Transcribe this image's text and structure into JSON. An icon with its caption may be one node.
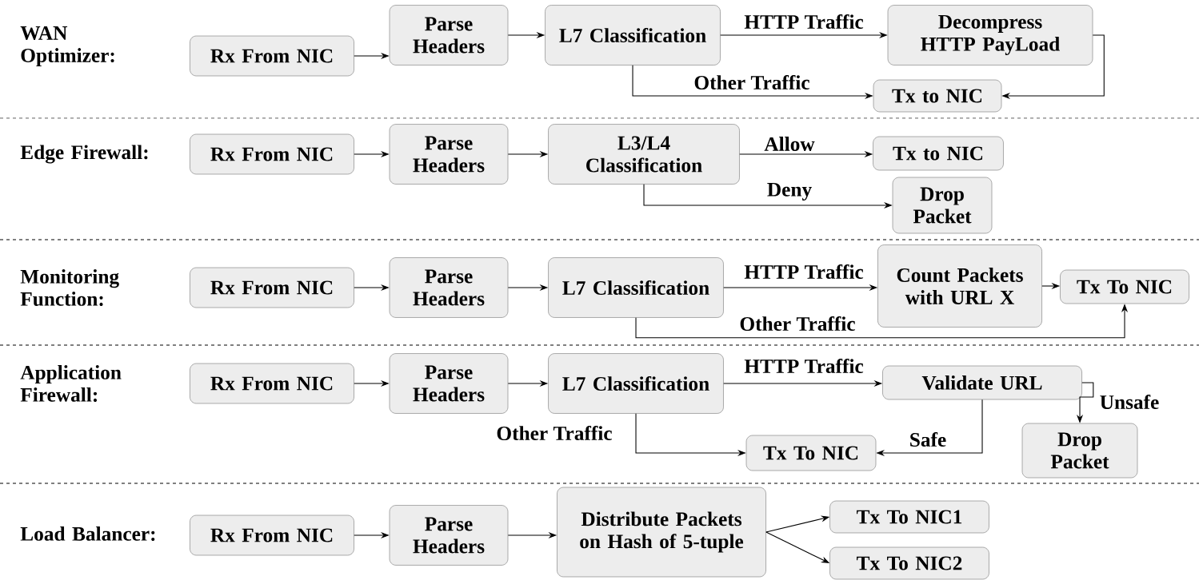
{
  "diagram": {
    "nodes": [
      {
        "text": [
          "Rx From NIC"
        ]
      },
      {
        "text": [
          "Parse Headers"
        ]
      },
      {
        "text": [
          "L7 Classification"
        ]
      },
      {
        "text": [
          "Decompress HTTP PayLoad"
        ]
      },
      {
        "text": [
          "Tx to NIC"
        ]
      },
      {
        "text": [
          "Rx From NIC"
        ]
      },
      {
        "text": [
          "Parse Headers"
        ]
      },
      {
        "text": [
          "L3/L4 Classification"
        ]
      },
      {
        "text": [
          "Tx to NIC"
        ]
      },
      {
        "text": [
          "Drop Packet"
        ]
      },
      {
        "text": [
          "Rx From NIC"
        ]
      },
      {
        "text": [
          "Parse Headers"
        ]
      },
      {
        "text": [
          "L7 Classification"
        ]
      },
      {
        "text": [
          "Count Packets with URL X"
        ]
      },
      {
        "text": [
          "Tx To NIC"
        ]
      },
      {
        "text": [
          "Rx From NIC"
        ]
      },
      {
        "text": [
          "Parse Headers"
        ]
      },
      {
        "text": [
          "L7 Classification"
        ]
      },
      {
        "text": [
          "Validate URL"
        ]
      },
      {
        "text": [
          "Tx To NIC"
        ]
      },
      {
        "text": [
          "Drop Packet"
        ]
      },
      {
        "text": [
          "Rx From NIC"
        ]
      },
      {
        "text": [
          "Parse Headers"
        ]
      },
      {
        "text": [
          "Distribute Packets on Hash of 5-tuple"
        ]
      },
      {
        "text": [
          "Tx To NIC1"
        ]
      },
      {
        "text": [
          "Tx To NIC2"
        ]
      }
    ],
    "edges": [
      {
        "from": 0,
        "to": 1,
        "arrow": "to"
      },
      {
        "from": 1,
        "to": 2,
        "arrow": "to"
      },
      {
        "from": 2,
        "to": 3,
        "arrow": "to",
        "label": "HTTP Traffic"
      },
      {
        "from": 2,
        "to": 4,
        "arrow": "to",
        "label": "Other Traffic"
      },
      {
        "from": 3,
        "to": 4,
        "arrow": "to"
      },
      {
        "from": 5,
        "to": 6,
        "arrow": "to"
      },
      {
        "from": 6,
        "to": 7,
        "arrow": "to"
      },
      {
        "from": 7,
        "to": 8,
        "arrow": "to",
        "label": "Allow"
      },
      {
        "from": 7,
        "to": 9,
        "arrow": "to",
        "label": "Deny"
      },
      {
        "from": 10,
        "to": 11,
        "arrow": "to"
      },
      {
        "from": 11,
        "to": 12,
        "arrow": "to"
      },
      {
        "from": 12,
        "to": 13,
        "arrow": "to",
        "label": "HTTP Traffic"
      },
      {
        "from": 13,
        "to": 14,
        "arrow": "to"
      },
      {
        "from": 12,
        "to": 14,
        "arrow": "to",
        "label": "Other Traffic"
      },
      {
        "from": 15,
        "to": 16,
        "arrow": "to"
      },
      {
        "from": 16,
        "to": 17,
        "arrow": "to"
      },
      {
        "from": 17,
        "to": 18,
        "arrow": "to",
        "label": "HTTP Traffic"
      },
      {
        "from": 17,
        "to": 19,
        "arrow": "to",
        "label": "Other Traffic"
      },
      {
        "from": 18,
        "to": 19,
        "arrow": "to",
        "label": "Safe"
      },
      {
        "from": 18,
        "to": 20,
        "arrow": "to",
        "label": "Unsafe"
      },
      {
        "from": 21,
        "to": 22,
        "arrow": "to"
      },
      {
        "from": 22,
        "to": 23,
        "arrow": "to"
      },
      {
        "from": 23,
        "to": 24,
        "arrow": "to"
      },
      {
        "from": 23,
        "to": 25,
        "arrow": "to"
      }
    ],
    "labels": [
      "WAN Optimizer:",
      "Edge Firewall:",
      "Monitoring Function:",
      "Application Firewall:",
      "Load Balancer:"
    ]
  }
}
